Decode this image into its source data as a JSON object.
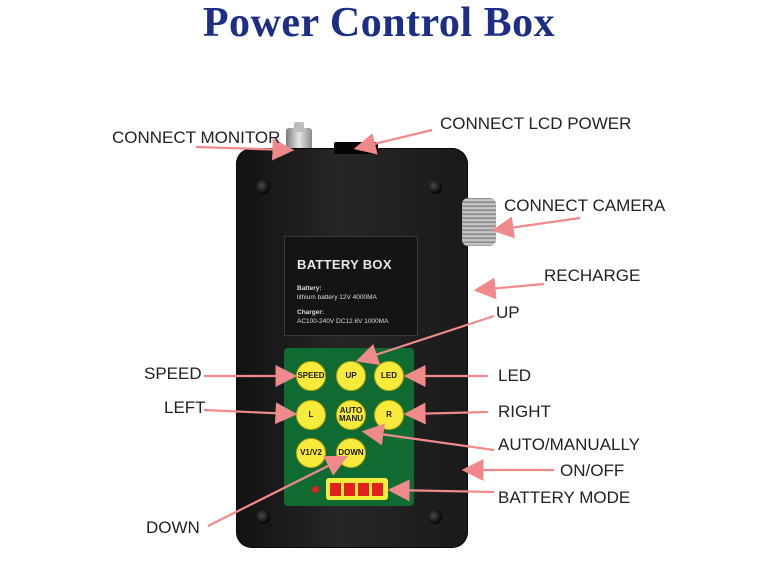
{
  "title": "Power Control Box",
  "panel": {
    "title": "BATTERY BOX",
    "battery_label": "Battery:",
    "battery_value": "lithium battery  12V 4000MA",
    "charger_label": "Charger:",
    "charger_value": "AC100-240V DC12.6V 1000MA"
  },
  "keys": {
    "speed": "SPEED",
    "up": "UP",
    "led": "LED",
    "left": "L",
    "auto_line1": "AUTO",
    "auto_line2": "MANU",
    "right": "R",
    "v1v2": "V1/V2",
    "down": "DOWN"
  },
  "callouts": {
    "connect_monitor": "CONNECT MONITOR",
    "connect_lcd_power": "CONNECT LCD POWER",
    "connect_camera": "CONNECT CAMERA",
    "recharge": "RECHARGE",
    "up": "UP",
    "speed": "SPEED",
    "led": "LED",
    "left": "LEFT",
    "right": "RIGHT",
    "auto_manually": "AUTO/MANUALLY",
    "on_off": "ON/OFF",
    "battery_mode": "BATTERY MODE",
    "down": "DOWN"
  },
  "colors": {
    "title": "#1c2e86",
    "arrow": "#f08a8a",
    "keypad": "#0f6b31",
    "key": "#f7ea3a",
    "battery_cell": "#e32020"
  }
}
